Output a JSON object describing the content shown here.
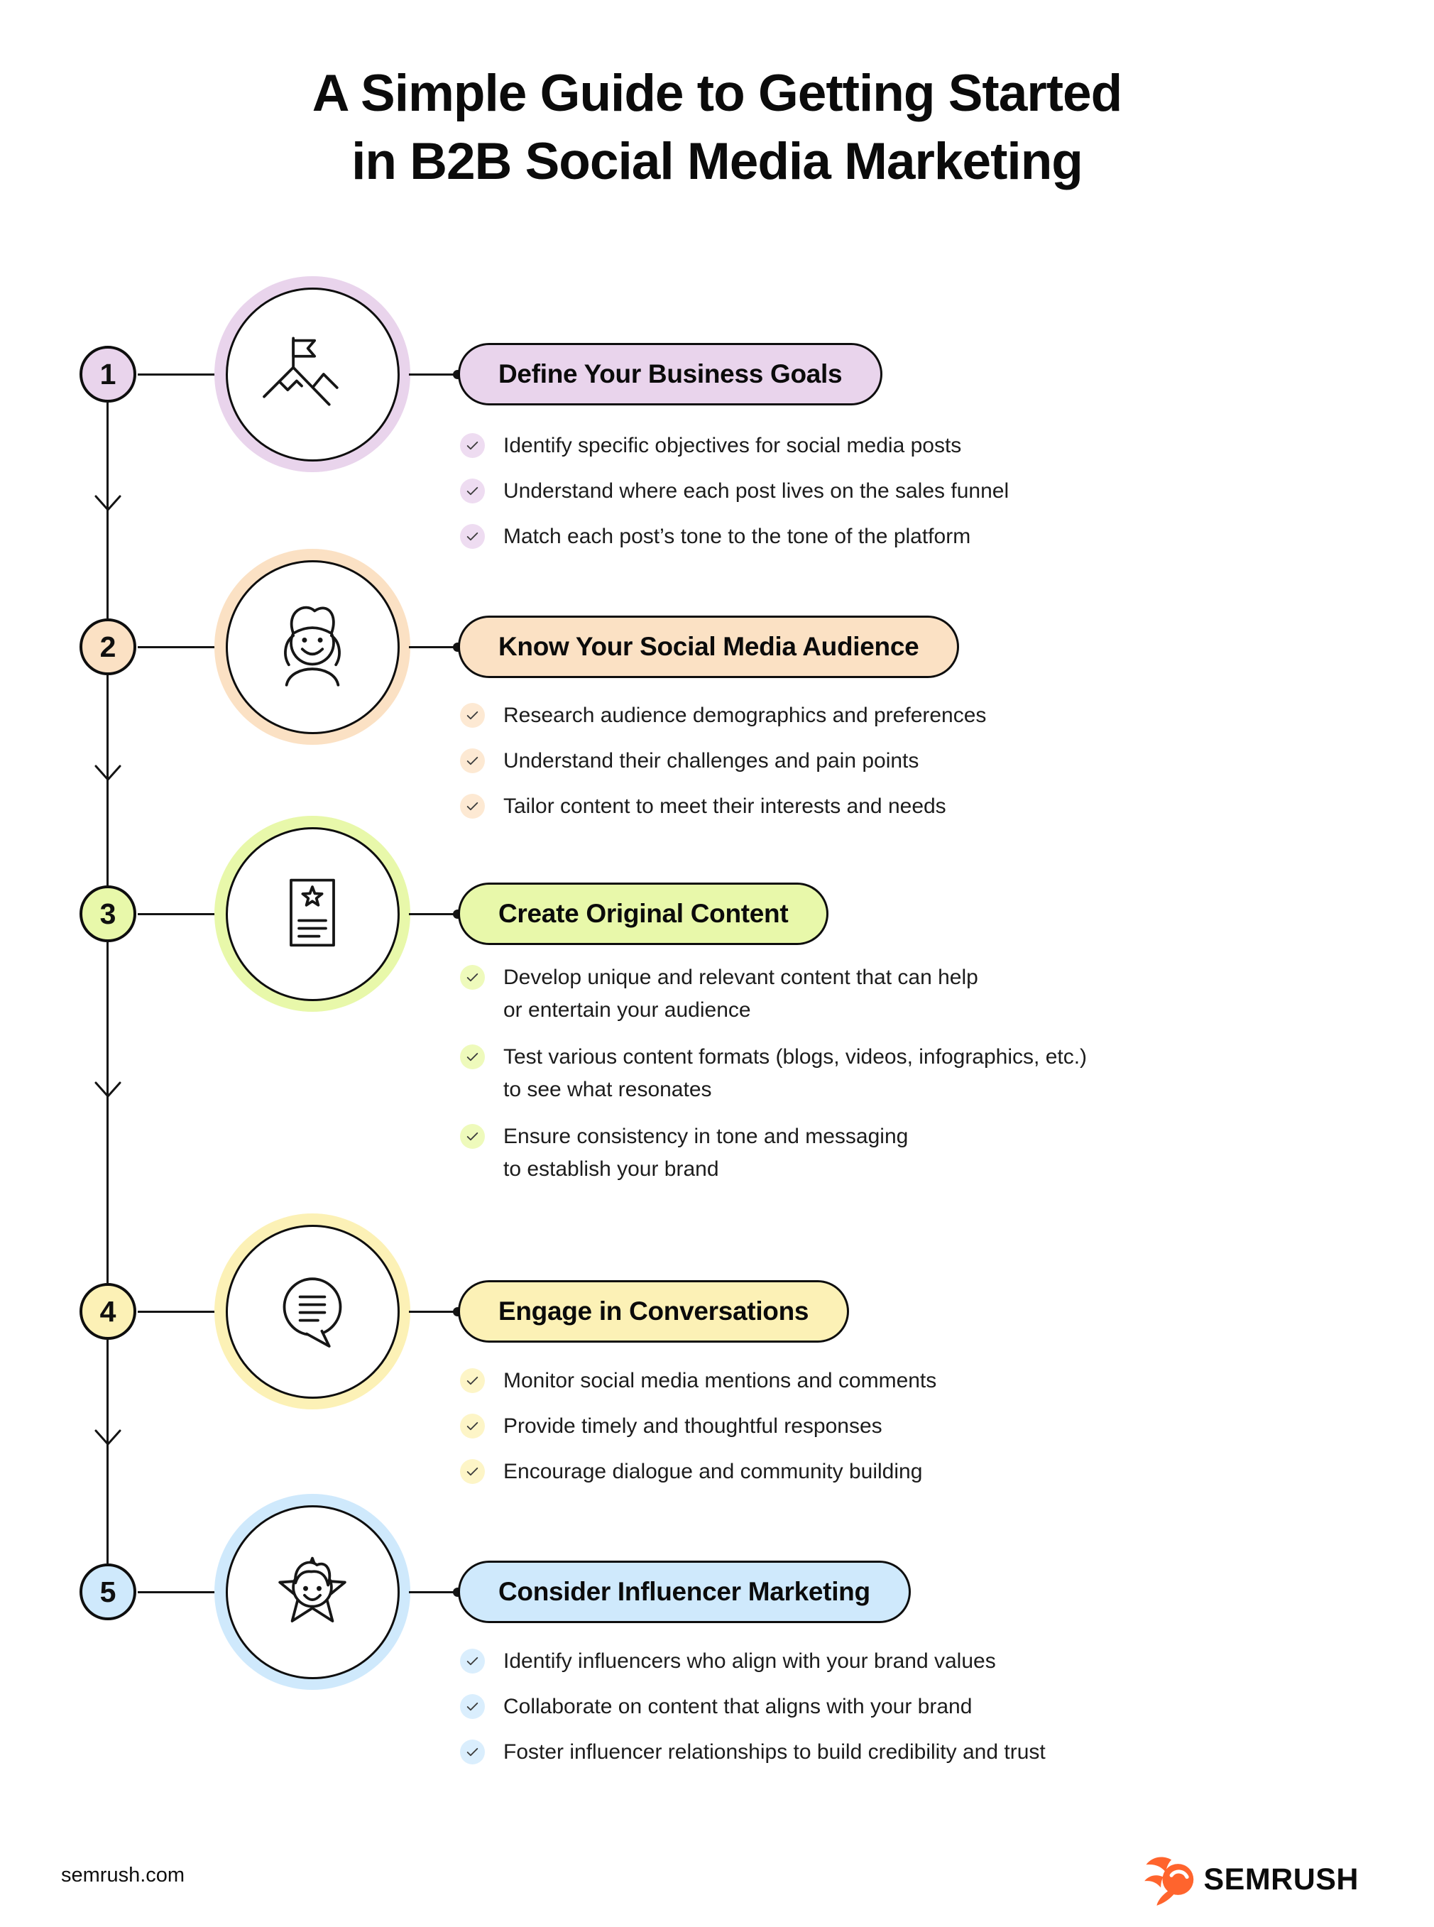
{
  "page": {
    "title_line1": "A Simple Guide to Getting Started",
    "title_line2": "in B2B Social Media Marketing"
  },
  "steps": [
    {
      "number": "1",
      "title": "Define Your Business Goals",
      "icon": "mountain-flag-icon",
      "color": "#e9d4ec",
      "bullets": [
        "Identify specific objectives for social media posts",
        "Understand where each post lives on the sales funnel",
        "Match each post’s tone to the tone of the platform"
      ]
    },
    {
      "number": "2",
      "title": "Know Your Social Media Audience",
      "icon": "person-face-icon",
      "color": "#fbe1c4",
      "bullets": [
        "Research audience demographics and preferences",
        "Understand their challenges and pain points",
        "Tailor content to meet their interests and needs"
      ]
    },
    {
      "number": "3",
      "title": "Create Original Content",
      "icon": "starred-document-icon",
      "color": "#e8f8aa",
      "bullets": [
        "Develop unique and relevant content that can help\nor entertain your audience",
        "Test various content formats (blogs, videos, infographics, etc.)\nto see what resonates",
        "Ensure consistency in tone and messaging\nto establish your brand"
      ]
    },
    {
      "number": "4",
      "title": "Engage in Conversations",
      "icon": "speech-bubble-icon",
      "color": "#fcf1b6",
      "bullets": [
        "Monitor social media mentions and comments",
        "Provide timely and thoughtful responses",
        "Encourage dialogue and community building"
      ]
    },
    {
      "number": "5",
      "title": "Consider Influencer Marketing",
      "icon": "star-face-icon",
      "color": "#cfe9fc",
      "bullets": [
        "Identify influencers who align with your brand values",
        "Collaborate on content that aligns with your brand",
        "Foster influencer relationships to build credibility and trust"
      ]
    }
  ],
  "footer": {
    "site": "semrush.com",
    "brand": "SEMRUSH"
  },
  "palette": {
    "step1_purple": "#e9d4ec",
    "step2_peach": "#fbe1c4",
    "step3_lime": "#e8f8aa",
    "step4_yellow": "#fcf1b6",
    "step5_blue": "#cfe9fc",
    "outline_black": "#0e0e0e",
    "body_text": "#1c1c1c",
    "logo_orange": "#ff642d"
  }
}
